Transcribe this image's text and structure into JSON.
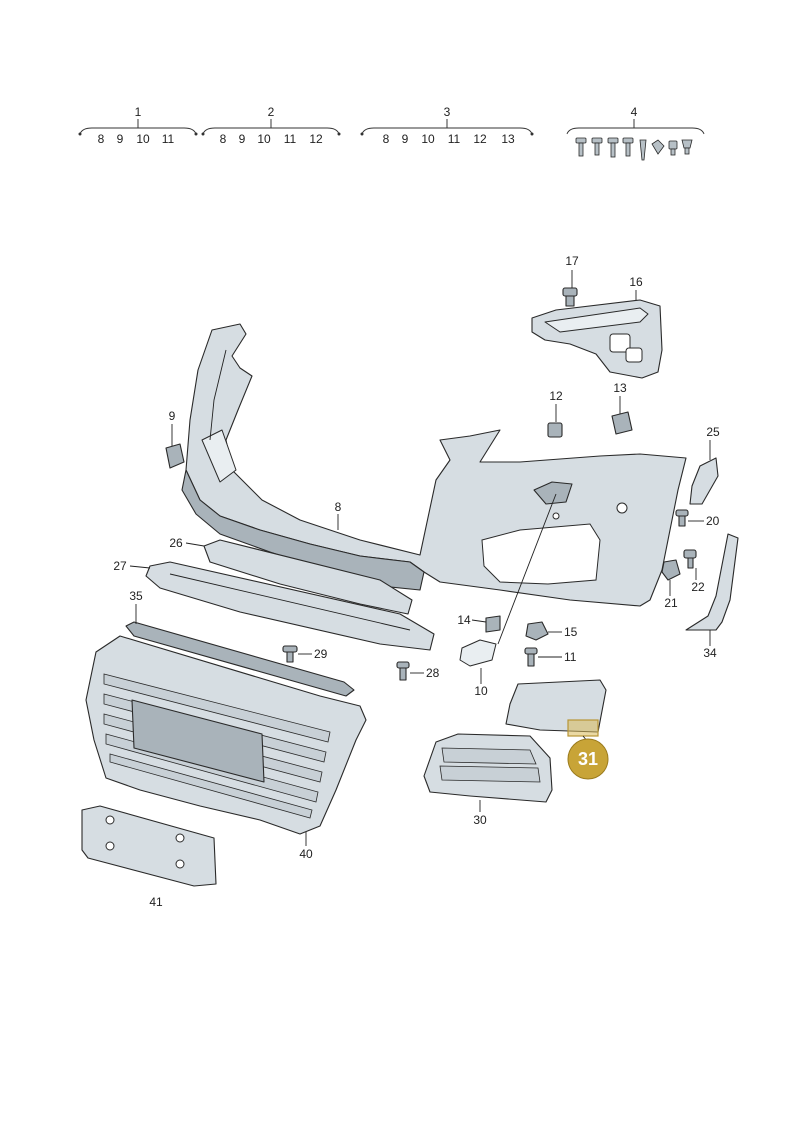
{
  "groups": [
    {
      "id": "1",
      "items": [
        "8",
        "9",
        "10",
        "11"
      ]
    },
    {
      "id": "2",
      "items": [
        "8",
        "9",
        "10",
        "11",
        "12"
      ]
    },
    {
      "id": "3",
      "items": [
        "8",
        "9",
        "10",
        "11",
        "12",
        "13"
      ]
    },
    {
      "id": "4",
      "items": []
    }
  ],
  "callouts": {
    "c8": "8",
    "c9": "9",
    "c10": "10",
    "c11": "11",
    "c12": "12",
    "c13": "13",
    "c14": "14",
    "c15": "15",
    "c16": "16",
    "c17": "17",
    "c20": "20",
    "c21": "21",
    "c22": "22",
    "c25": "25",
    "c26": "26",
    "c27": "27",
    "c28": "28",
    "c29": "29",
    "c30": "30",
    "c34": "34",
    "c35": "35",
    "c40": "40",
    "c41": "41"
  },
  "highlight": {
    "label": "31",
    "color": "#c8a437"
  }
}
